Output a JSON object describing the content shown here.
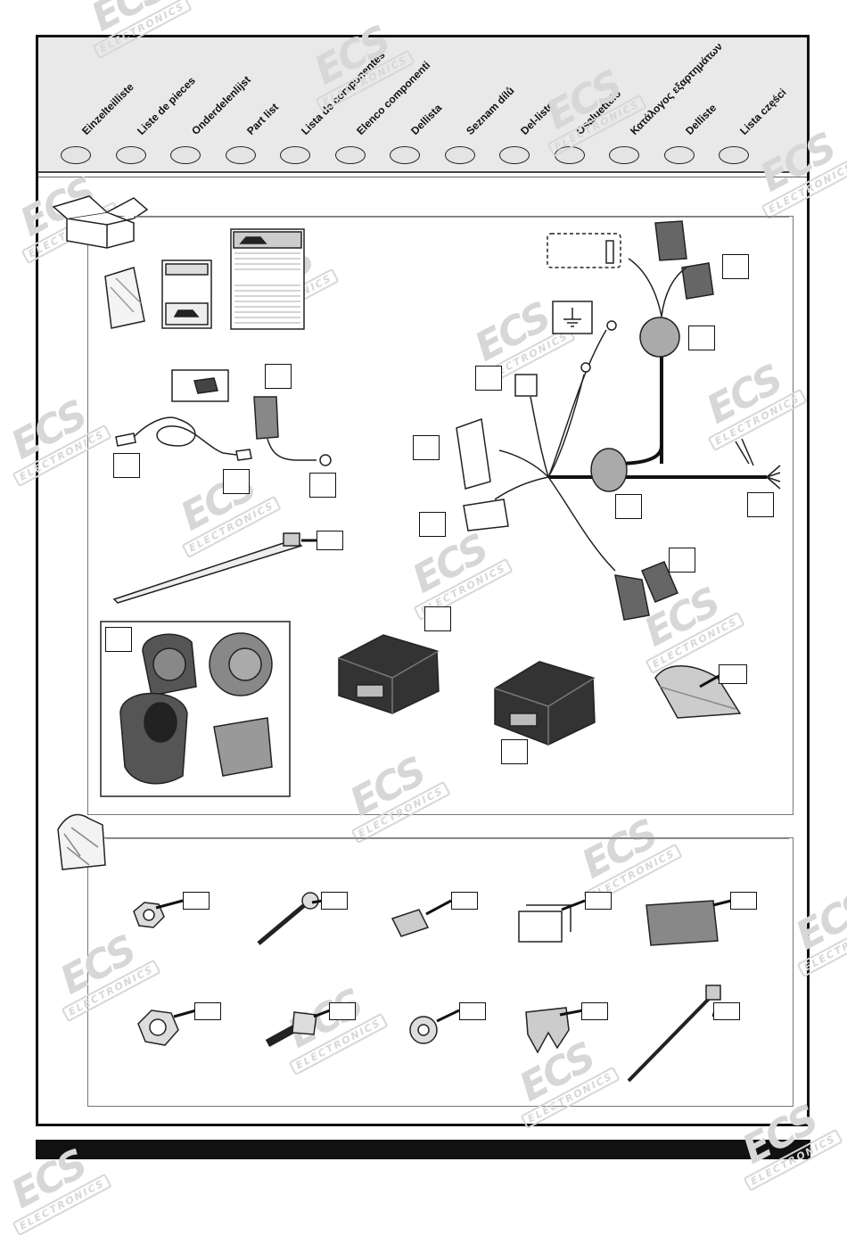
{
  "languages": [
    "Einzelteilliste",
    "Liste de pieces",
    "Onderdelenlijst",
    "Part list",
    "Lista de componentes",
    "Elenco componenti",
    "Dellista",
    "Seznam dílů",
    "Del-liste",
    "Osaluettelo",
    "Κατάλογος εξαρτημάτων",
    "Delliste",
    "Lista części"
  ],
  "watermark": {
    "brand": "ECS",
    "sub": "ELECTRONICS"
  },
  "icons": {
    "box": "cardboard-box-icon",
    "bag": "plastic-bag-icon",
    "ground": "ground-symbol-icon"
  },
  "colors": {
    "frame": "#111111",
    "band": "#e9e9e9",
    "watermark": "#d7d7d7"
  }
}
